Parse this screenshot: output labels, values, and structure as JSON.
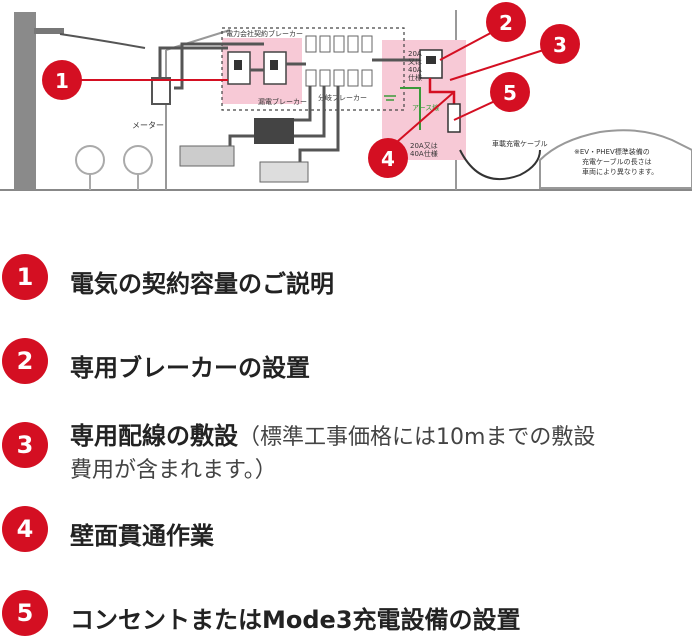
{
  "diagram": {
    "labels": {
      "contract_breaker": "電力会社契約ブレーカー",
      "leakage_breaker": "漏電ブレーカー",
      "branch_breaker": "分岐ブレーカー",
      "meter": "メーター",
      "earth_wire": "アース線",
      "spec_top": [
        "20A",
        "又は",
        "40A",
        "仕様"
      ],
      "spec_bottom": [
        "20A又は",
        "40A仕様"
      ],
      "charging_cable": "車載充電ケーブル",
      "ev_note": [
        "※EV・PHEV標準装備の",
        "充電ケーブルの長さは",
        "車両により異なります。"
      ]
    },
    "callouts": [
      "1",
      "2",
      "3",
      "4",
      "5"
    ],
    "accent_color": "#d40f22",
    "highlight_color": "#f7c9d6"
  },
  "steps": [
    {
      "num": "1",
      "title": "電気の契約容量のご説明",
      "note": "",
      "note2": ""
    },
    {
      "num": "2",
      "title": "専用ブレーカーの設置",
      "note": "",
      "note2": ""
    },
    {
      "num": "3",
      "title": "専用配線の敷設",
      "note": "（標準工事価格には10mまでの敷設",
      "note2": "費用が含まれます。）"
    },
    {
      "num": "4",
      "title": "壁面貫通作業",
      "note": "",
      "note2": ""
    },
    {
      "num": "5",
      "title": "コンセントまたはMode3充電設備の設置",
      "note": "",
      "note2": ""
    }
  ]
}
